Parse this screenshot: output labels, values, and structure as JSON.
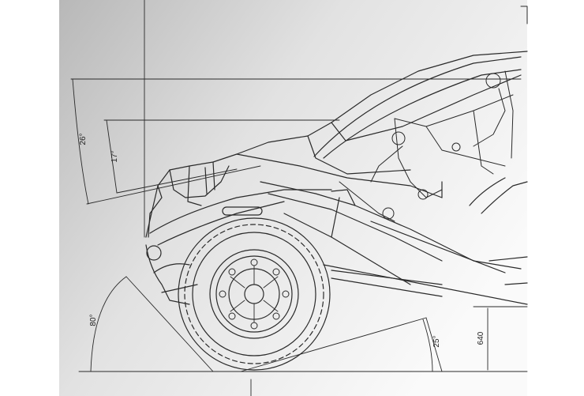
{
  "drawing": {
    "background_gradient": [
      "#bdbdbd",
      "#e6e6e6",
      "#ffffff"
    ],
    "line_color": "#2a2a2a",
    "dimensions": {
      "roof_angle": "26°",
      "hood_angle": "17°",
      "approach_angle": "80°",
      "departure_angle": "25°",
      "ground_clearance": "640"
    }
  }
}
